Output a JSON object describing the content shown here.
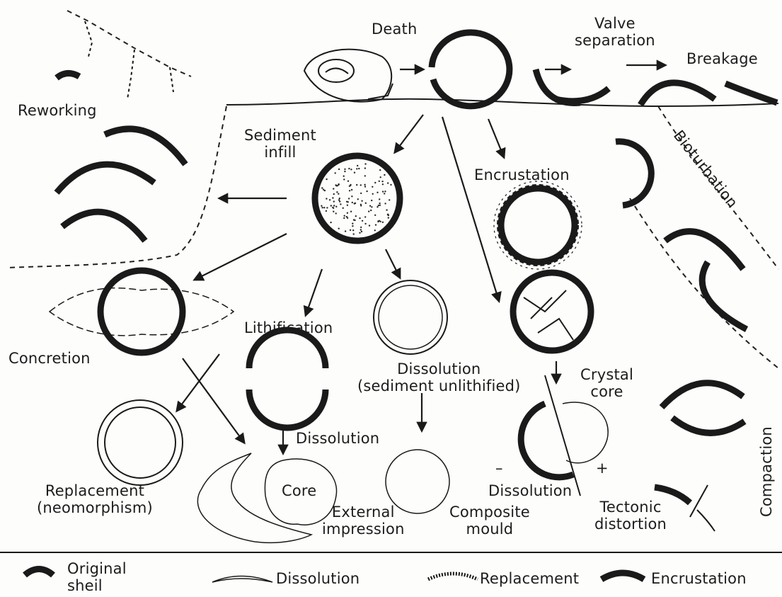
{
  "labels": {
    "death": "Death",
    "valve_separation": "Valve\nseparation",
    "breakage": "Breakage",
    "reworking": "Reworking",
    "sediment_infill": "Sediment\ninfill",
    "encrustation": "Encrustation",
    "bioturbation": "Bioturbation",
    "concretion": "Concretion",
    "lithification": "Lithification",
    "dissolution_unlithified": "Dissolution\n(sediment unlithified)",
    "crystal_core": "Crystal\ncore",
    "compaction": "Compaction",
    "dissolution_mid": "Dissolution",
    "replacement": "Replacement\n(neomorphism)",
    "core": "Core",
    "external_impression": "External\nimpression",
    "composite_mould": "Composite\nmould",
    "dissolution_right": "Dissolution",
    "tectonic_distortion": "Tectonic\ndistortion",
    "plus": "+",
    "minus": "–"
  },
  "legend": {
    "original_shell": "Original\nsheil",
    "dissolution": "Dissolution",
    "replacement": "Replacement",
    "encrustation": "Encrustation"
  }
}
